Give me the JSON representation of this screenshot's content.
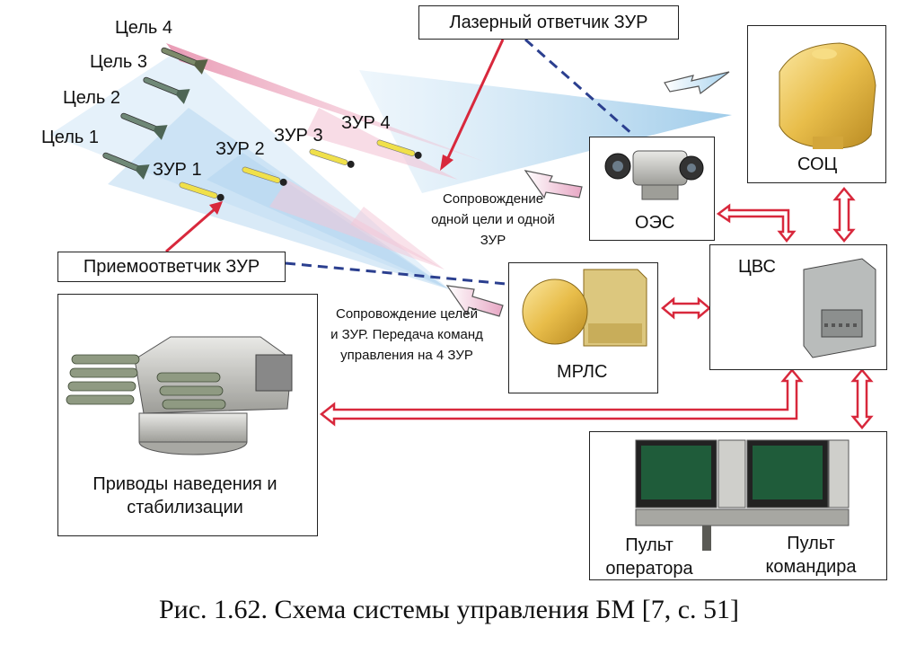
{
  "targets": [
    {
      "label": "Цель 1"
    },
    {
      "label": "Цель 2"
    },
    {
      "label": "Цель 3"
    },
    {
      "label": "Цель 4"
    }
  ],
  "missiles": [
    {
      "label": "ЗУР 1"
    },
    {
      "label": "ЗУР 2"
    },
    {
      "label": "ЗУР 3"
    },
    {
      "label": "ЗУР 4"
    }
  ],
  "callouts": {
    "laser_responder": "Лазерный ответчик ЗУР",
    "transponder": "Приемоответчик ЗУР"
  },
  "notes": {
    "oes_tracking": "Сопровождение одной цели и одной ЗУР",
    "mrls_tracking": "Сопровождение целей и ЗУР. Передача команд управления на 4 ЗУР"
  },
  "units": {
    "soc": "СОЦ",
    "oes": "ОЭС",
    "cvs": "ЦВС",
    "mrls": "МРЛС",
    "drives": "Приводы наведения и стабилизации",
    "operator_console": "Пульт оператора",
    "commander_console": "Пульт командира"
  },
  "caption": "Рис. 1.62. Схема системы управления БМ [7, с. 51]"
}
